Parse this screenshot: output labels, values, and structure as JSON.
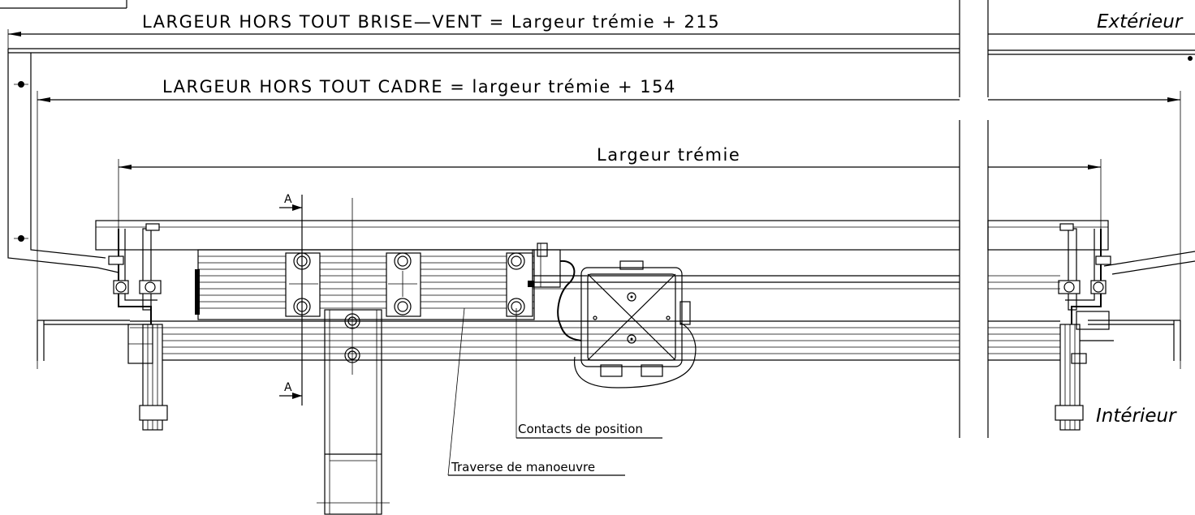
{
  "dimensions": {
    "overall_windbreak": "LARGEUR HORS TOUT BRISE—VENT = Largeur trémie + 215",
    "overall_frame": "LARGEUR HORS TOUT CADRE = largeur trémie + 154",
    "opening_width": "Largeur trémie"
  },
  "sides": {
    "exterior": "Extérieur",
    "interior": "Intérieur"
  },
  "section_marks": {
    "top": "A",
    "bottom": "A"
  },
  "callouts": {
    "position_contacts": "Contacts de position",
    "operating_crossbar": "Traverse de manoeuvre"
  }
}
